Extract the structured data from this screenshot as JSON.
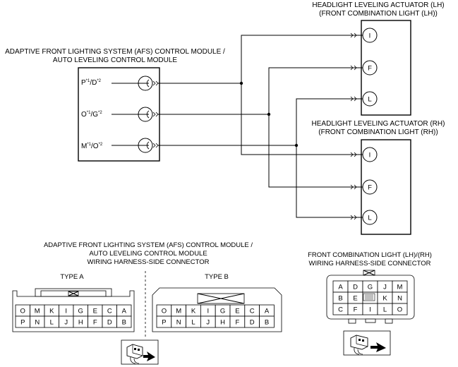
{
  "labels": {
    "afs_module": [
      "ADAPTIVE FRONT LIGHTING SYSTEM (AFS) CONTROL MODULE /",
      "AUTO LEVELING CONTROL MODULE"
    ],
    "actuator_lh": [
      "HEADLIGHT LEVELING ACTUATOR (LH)",
      "(FRONT COMBINATION LIGHT (LH))"
    ],
    "actuator_rh": [
      "HEADLIGHT LEVELING ACTUATOR (RH)",
      "(FRONT COMBINATION LIGHT (RH))"
    ],
    "afs_connector": [
      "ADAPTIVE FRONT LIGHTING SYSTEM (AFS) CONTROL MODULE /",
      "AUTO LEVELING CONTROL MODULE",
      "WIRING HARNESS-SIDE CONNECTOR"
    ],
    "front_connector": [
      "FRONT COMBINATION LIGHT (LH)/(RH)",
      "WIRING HARNESS-SIDE CONNECTOR"
    ],
    "type_a": "TYPE A",
    "type_b": "TYPE B"
  },
  "afs_terminals": [
    {
      "a": "P",
      "s1": "*1",
      "b": "/D",
      "s2": "*2"
    },
    {
      "a": "O",
      "s1": "*1",
      "b": "/G",
      "s2": "*2"
    },
    {
      "a": "M",
      "s1": "*1",
      "b": "/O",
      "s2": "*2"
    }
  ],
  "actuator_pins": [
    "I",
    "F",
    "L"
  ],
  "type_a_rows": [
    [
      "O",
      "M",
      "K",
      "I",
      "G",
      "E",
      "C",
      "A"
    ],
    [
      "P",
      "N",
      "L",
      "J",
      "H",
      "F",
      "D",
      "B"
    ]
  ],
  "type_b_rows": [
    [
      "O",
      "M",
      "K",
      "I",
      "G",
      "E",
      "C",
      "A"
    ],
    [
      "P",
      "N",
      "L",
      "J",
      "H",
      "F",
      "D",
      "B"
    ]
  ],
  "front_rows": [
    [
      "A",
      "D",
      "G",
      "J",
      "M"
    ],
    [
      "B",
      "E",
      "",
      "K",
      "N"
    ],
    [
      "C",
      "F",
      "I",
      "L",
      "O"
    ]
  ]
}
